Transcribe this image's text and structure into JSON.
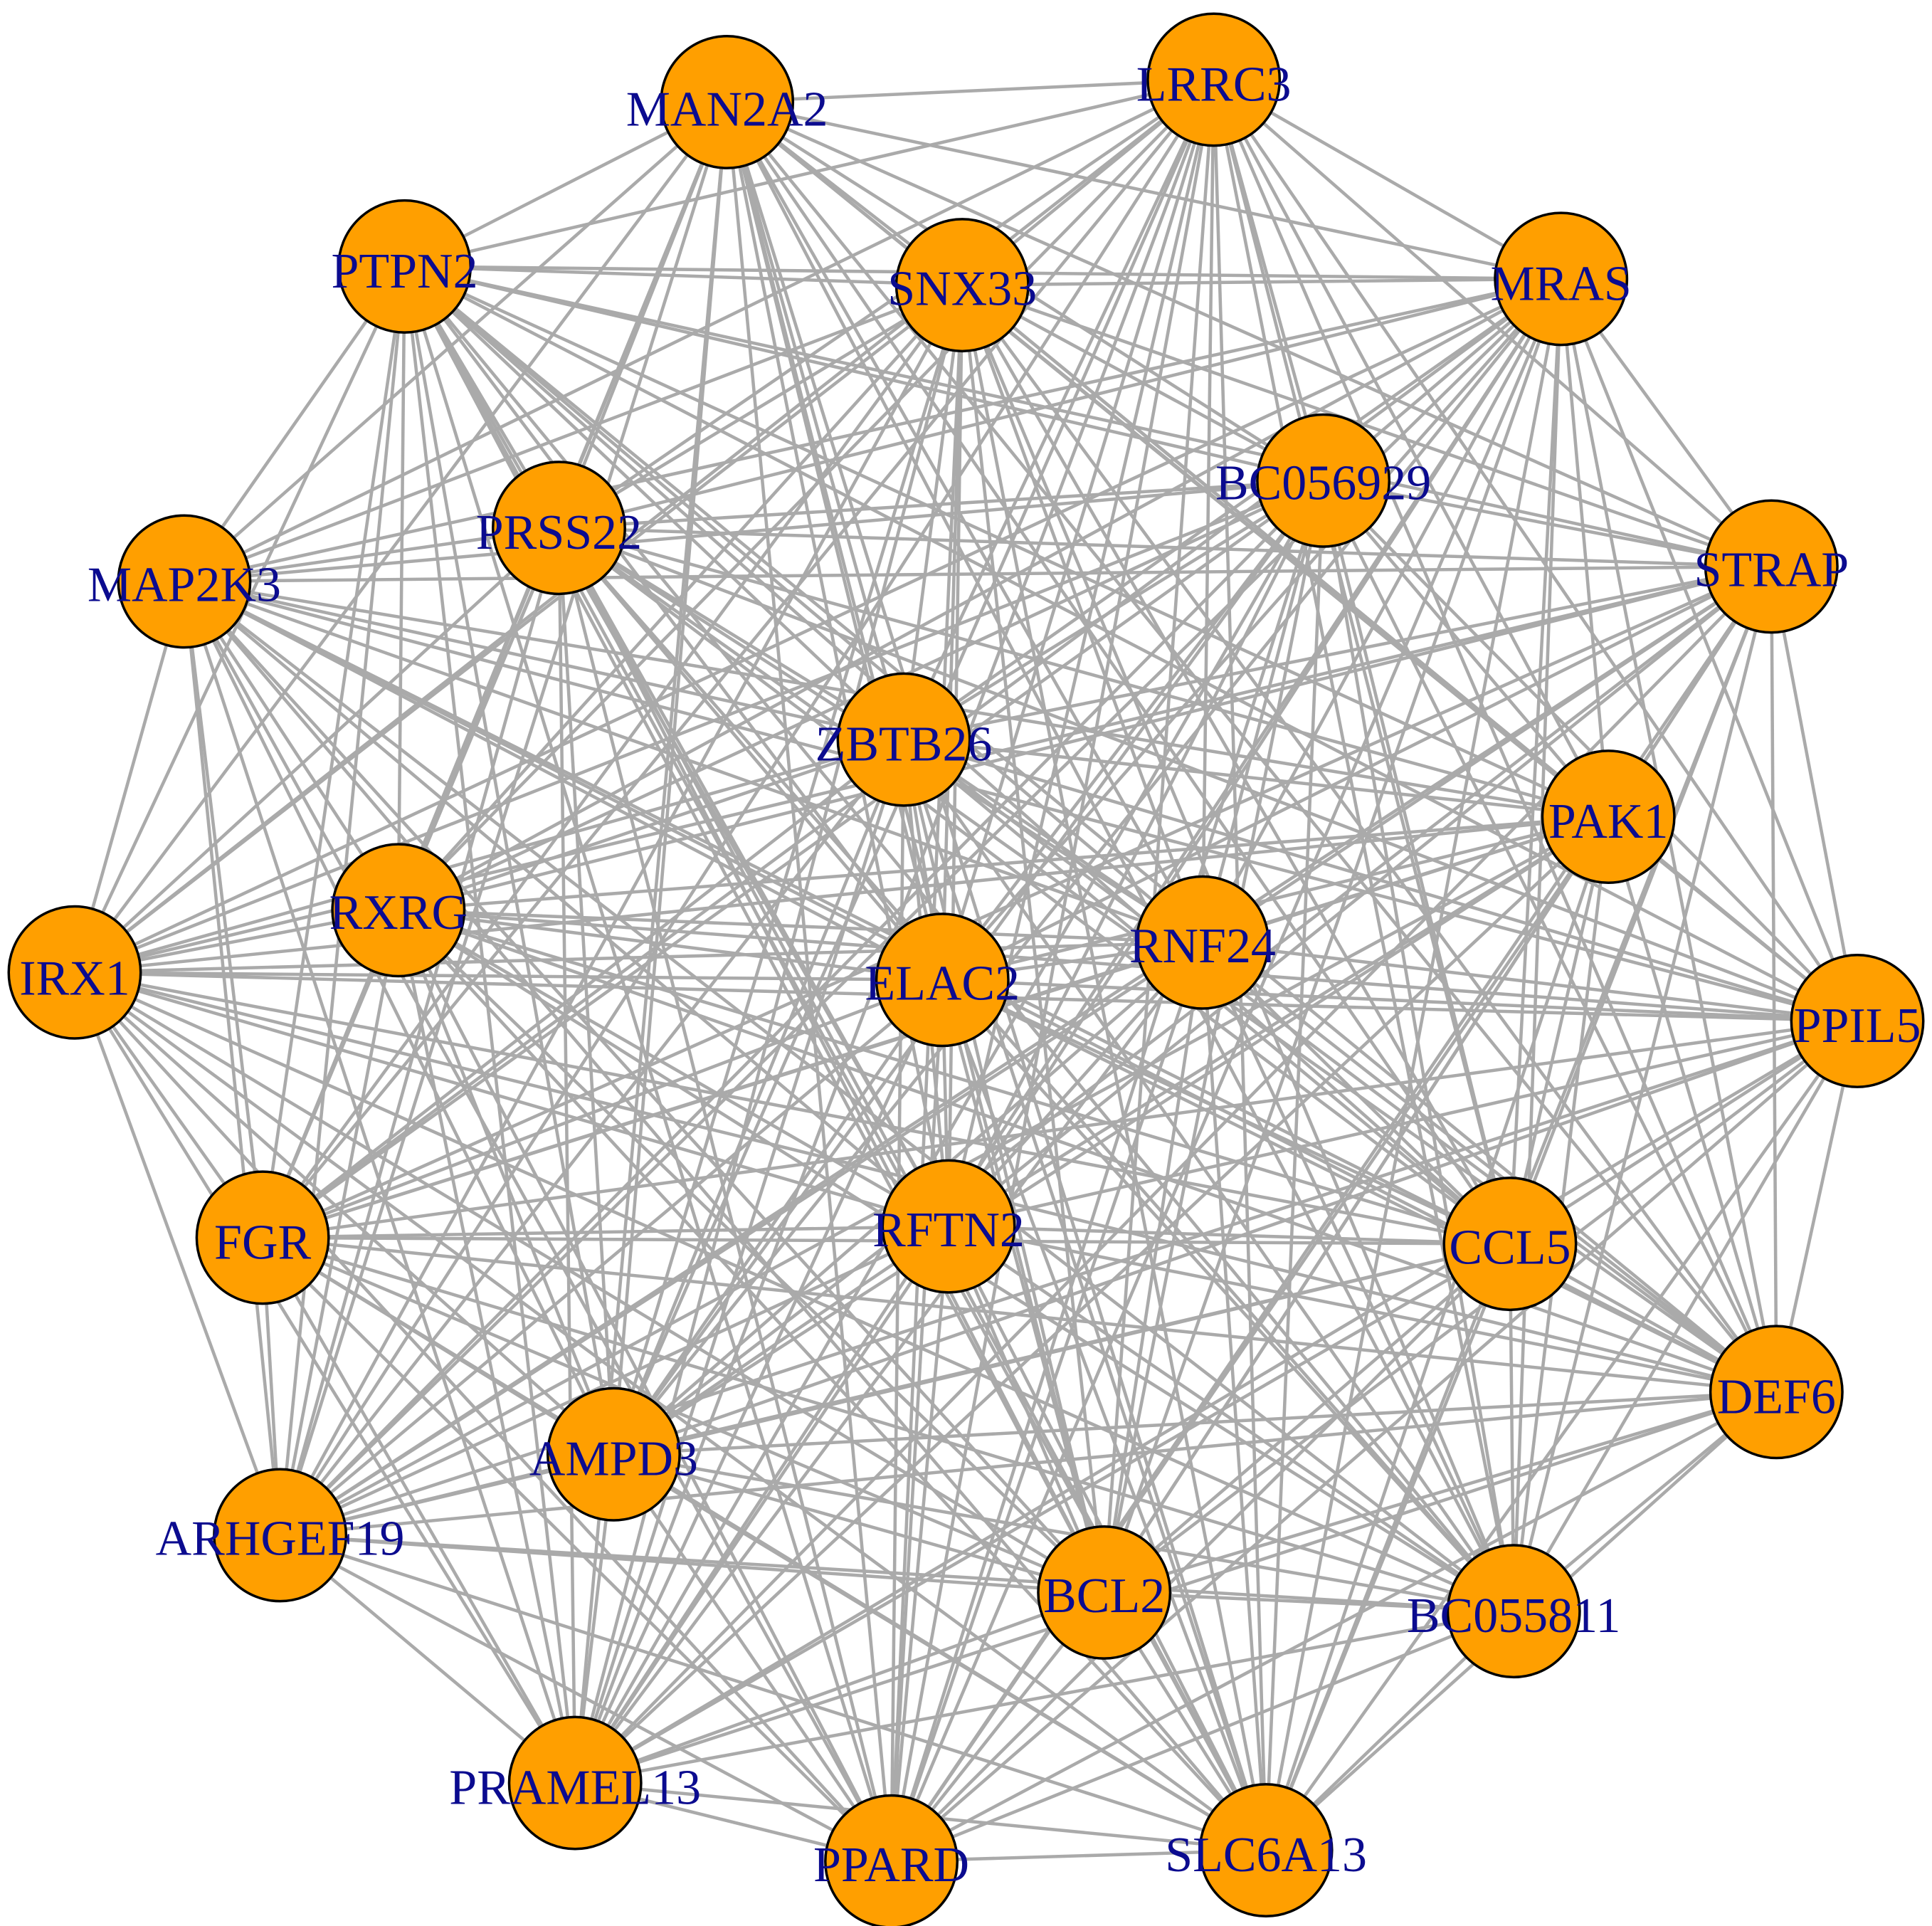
{
  "colors": {
    "edge": "#aaaaaa",
    "node_fill": "#ff9f00",
    "node_stroke": "#000000",
    "label": "#0b0b8f",
    "background": "#ffffff"
  },
  "nodes": [
    {
      "id": "MAN2A2",
      "label": "MAN2A2"
    },
    {
      "id": "LRRC3",
      "label": "LRRC3"
    },
    {
      "id": "PTPN2",
      "label": "PTPN2"
    },
    {
      "id": "SNX33",
      "label": "SNX33"
    },
    {
      "id": "MRAS",
      "label": "MRAS"
    },
    {
      "id": "BC056929",
      "label": "BC056929"
    },
    {
      "id": "PRSS22",
      "label": "PRSS22"
    },
    {
      "id": "MAP2K3",
      "label": "MAP2K3"
    },
    {
      "id": "STRAP",
      "label": "STRAP"
    },
    {
      "id": "ZBTB26",
      "label": "ZBTB26"
    },
    {
      "id": "PAK1",
      "label": "PAK1"
    },
    {
      "id": "RXRG",
      "label": "RXRG"
    },
    {
      "id": "RNF24",
      "label": "RNF24"
    },
    {
      "id": "ELAC2",
      "label": "ELAC2"
    },
    {
      "id": "IRX1",
      "label": "IRX1"
    },
    {
      "id": "PPIL5",
      "label": "PPIL5"
    },
    {
      "id": "FGR",
      "label": "FGR"
    },
    {
      "id": "RFTN2",
      "label": "RFTN2"
    },
    {
      "id": "CCL5",
      "label": "CCL5"
    },
    {
      "id": "DEF6",
      "label": "DEF6"
    },
    {
      "id": "AMPD3",
      "label": "AMPD3"
    },
    {
      "id": "ARHGEF19",
      "label": "ARHGEF19"
    },
    {
      "id": "BCL2",
      "label": "BCL2"
    },
    {
      "id": "BC055811",
      "label": "BC055811"
    },
    {
      "id": "PRAMEL13",
      "label": "PRAMEL13"
    },
    {
      "id": "PPARD",
      "label": "PPARD"
    },
    {
      "id": "SLC6A13",
      "label": "SLC6A13"
    }
  ],
  "edges": "complete"
}
